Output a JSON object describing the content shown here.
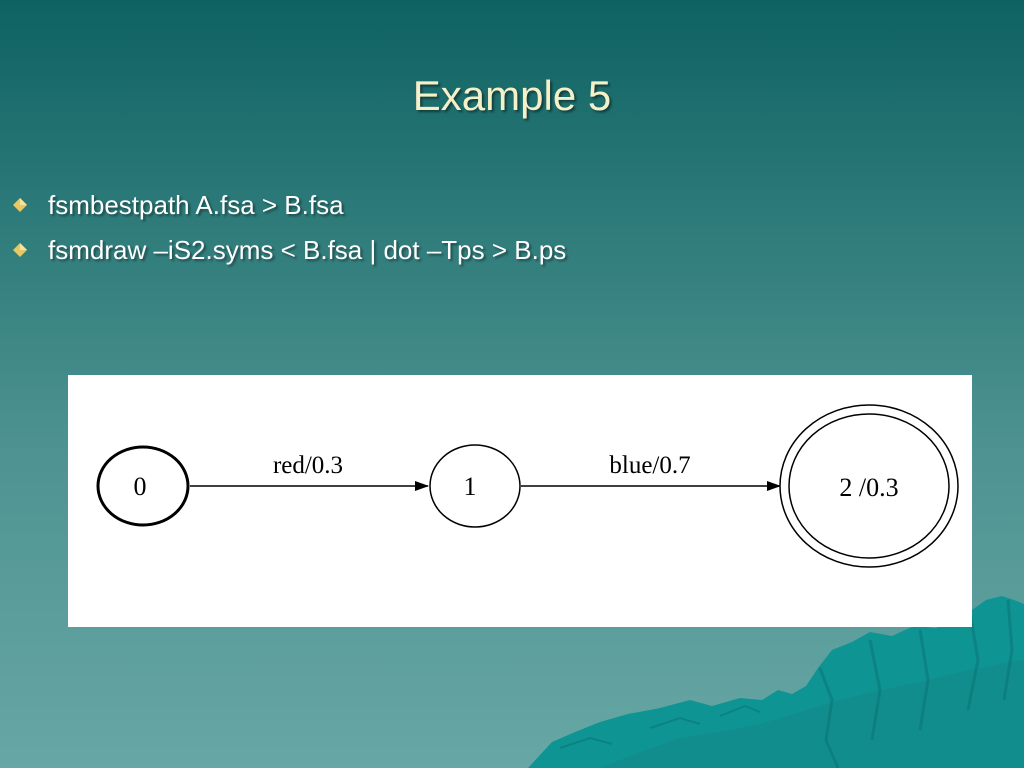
{
  "slide": {
    "title": "Example 5",
    "bullets": [
      "fsmbestpath A.fsa > B.fsa",
      "fsmdraw –iS2.syms < B.fsa | dot –Tps > B.ps"
    ]
  },
  "diagram": {
    "states": [
      {
        "id": "0",
        "label": "0",
        "initial": true,
        "final": false
      },
      {
        "id": "1",
        "label": "1",
        "initial": false,
        "final": false
      },
      {
        "id": "2",
        "label": "2 /0.3",
        "initial": false,
        "final": true
      }
    ],
    "edges": [
      {
        "from": "0",
        "to": "1",
        "label": "red/0.3"
      },
      {
        "from": "1",
        "to": "2",
        "label": "blue/0.7"
      }
    ]
  },
  "colors": {
    "title": "#f5f0c8",
    "bullet": "#e8c860",
    "mountain": "#0f9494"
  }
}
